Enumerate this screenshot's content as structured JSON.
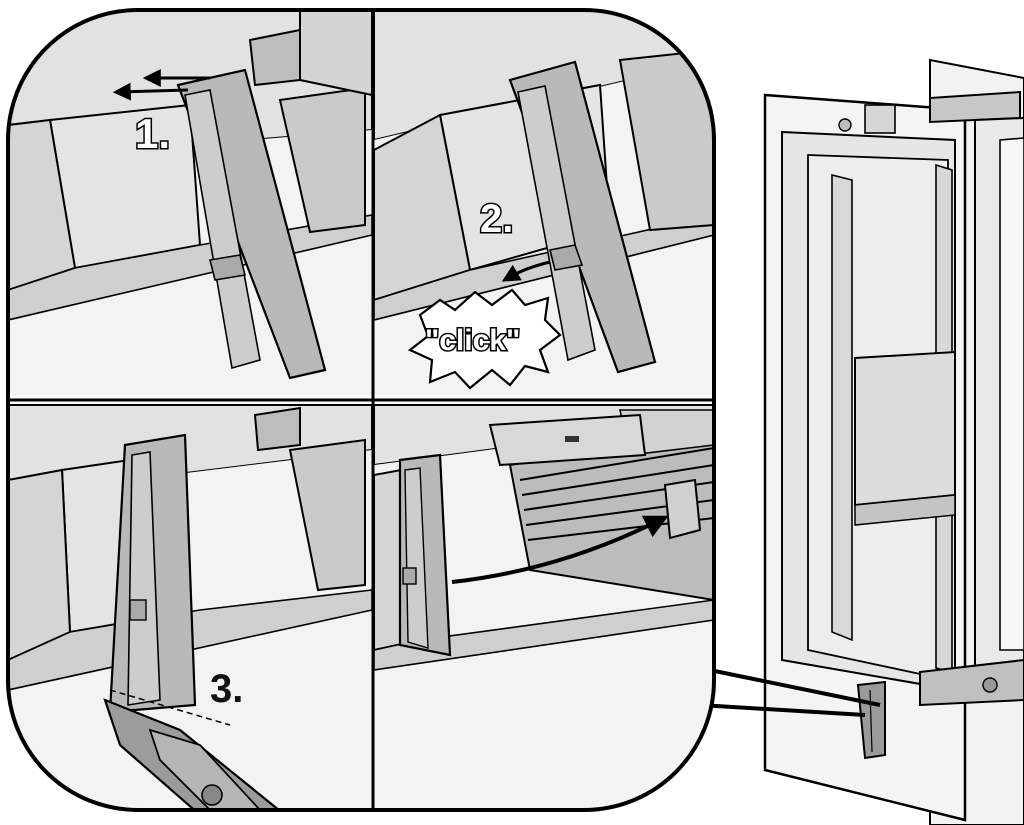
{
  "steps": {
    "step1_label": "1.",
    "step2_label": "2.",
    "step3_label": "3.",
    "click_text": "\"click\""
  },
  "colors": {
    "outline": "#000000",
    "panel_background": "#ededed",
    "part_gray": "#b8b8b8",
    "part_dark": "#8a8a8a",
    "appliance_light": "#e8e8e8"
  },
  "icons": {
    "arrows": [
      "double-left-arrow-icon",
      "curved-arrow-icon",
      "long-curved-arrow-icon"
    ],
    "burst": "click-burst-icon"
  }
}
